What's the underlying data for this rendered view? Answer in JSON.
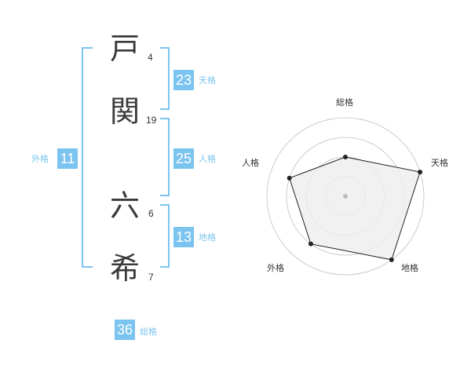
{
  "name": {
    "chars": [
      {
        "char": "戸",
        "strokes": "4"
      },
      {
        "char": "関",
        "strokes": "19"
      },
      {
        "char": "六",
        "strokes": "6"
      },
      {
        "char": "希",
        "strokes": "7"
      }
    ]
  },
  "fortunes": {
    "tenkaku": {
      "value": "23",
      "label": "天格"
    },
    "jinkaku": {
      "value": "25",
      "label": "人格"
    },
    "chikaku": {
      "value": "13",
      "label": "地格"
    },
    "gaikaku": {
      "value": "11",
      "label": "外格"
    },
    "soukaku": {
      "value": "36",
      "label": "総格"
    }
  },
  "radar": {
    "labels": {
      "top": "総格",
      "right": "天格",
      "bottom_right": "地格",
      "bottom_left": "外格",
      "left": "人格"
    },
    "levels": [
      0.25,
      0.5,
      0.75,
      1.0
    ],
    "values": [
      0.5,
      1.0,
      1.0,
      0.75,
      0.75
    ],
    "colors": {
      "ring": "#cccccc",
      "fill": "#eeeeee",
      "line": "#222222",
      "center": "#bbbbbb"
    }
  },
  "colors": {
    "accent": "#7cc4f0",
    "text": "#3a3a3a"
  }
}
